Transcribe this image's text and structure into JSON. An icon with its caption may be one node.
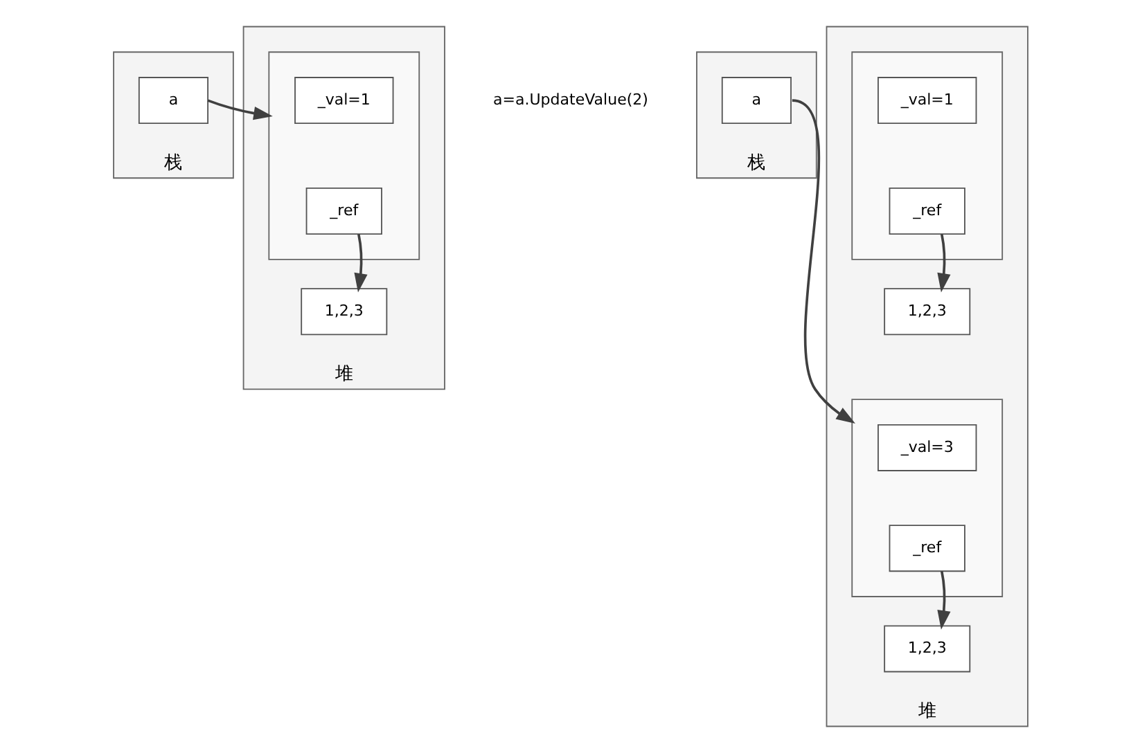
{
  "diagram": {
    "nodes": [
      {
        "text": [
          "栈"
        ]
      },
      {
        "text": [
          "a"
        ],
        "in": 0
      },
      {
        "text": [
          "堆"
        ]
      },
      {
        "text": [],
        "shape": "box",
        "in": 2
      },
      {
        "text": [
          "_val=1"
        ],
        "in": 3
      },
      {
        "text": [
          "_ref"
        ],
        "in": 3
      },
      {
        "text": [
          "1,2,3"
        ],
        "in": 2
      },
      {
        "text": [
          "栈"
        ]
      },
      {
        "text": [
          "a"
        ],
        "in": 7
      },
      {
        "text": [
          "堆"
        ]
      },
      {
        "text": [],
        "shape": "box",
        "in": 9
      },
      {
        "text": [
          "_val=1"
        ],
        "in": 10
      },
      {
        "text": [
          "_ref"
        ],
        "in": 10
      },
      {
        "text": [
          "1,2,3"
        ],
        "in": 9
      },
      {
        "text": [],
        "shape": "box",
        "in": 9
      },
      {
        "text": [
          "_val=3"
        ],
        "in": 14
      },
      {
        "text": [
          "_ref"
        ],
        "in": 14
      },
      {
        "text": [
          "1,2,3"
        ],
        "in": 9
      }
    ],
    "edges": [
      {
        "from": 1,
        "to": 3,
        "arrow": "to"
      },
      {
        "from": 5,
        "to": 6,
        "arrow": "to"
      },
      {
        "from": 8,
        "to": 14,
        "arrow": "to"
      },
      {
        "from": 12,
        "to": 13,
        "arrow": "to"
      },
      {
        "from": 16,
        "to": 17,
        "arrow": "to"
      }
    ],
    "labels": [
      "a=a.UpdateValue(2)"
    ]
  }
}
